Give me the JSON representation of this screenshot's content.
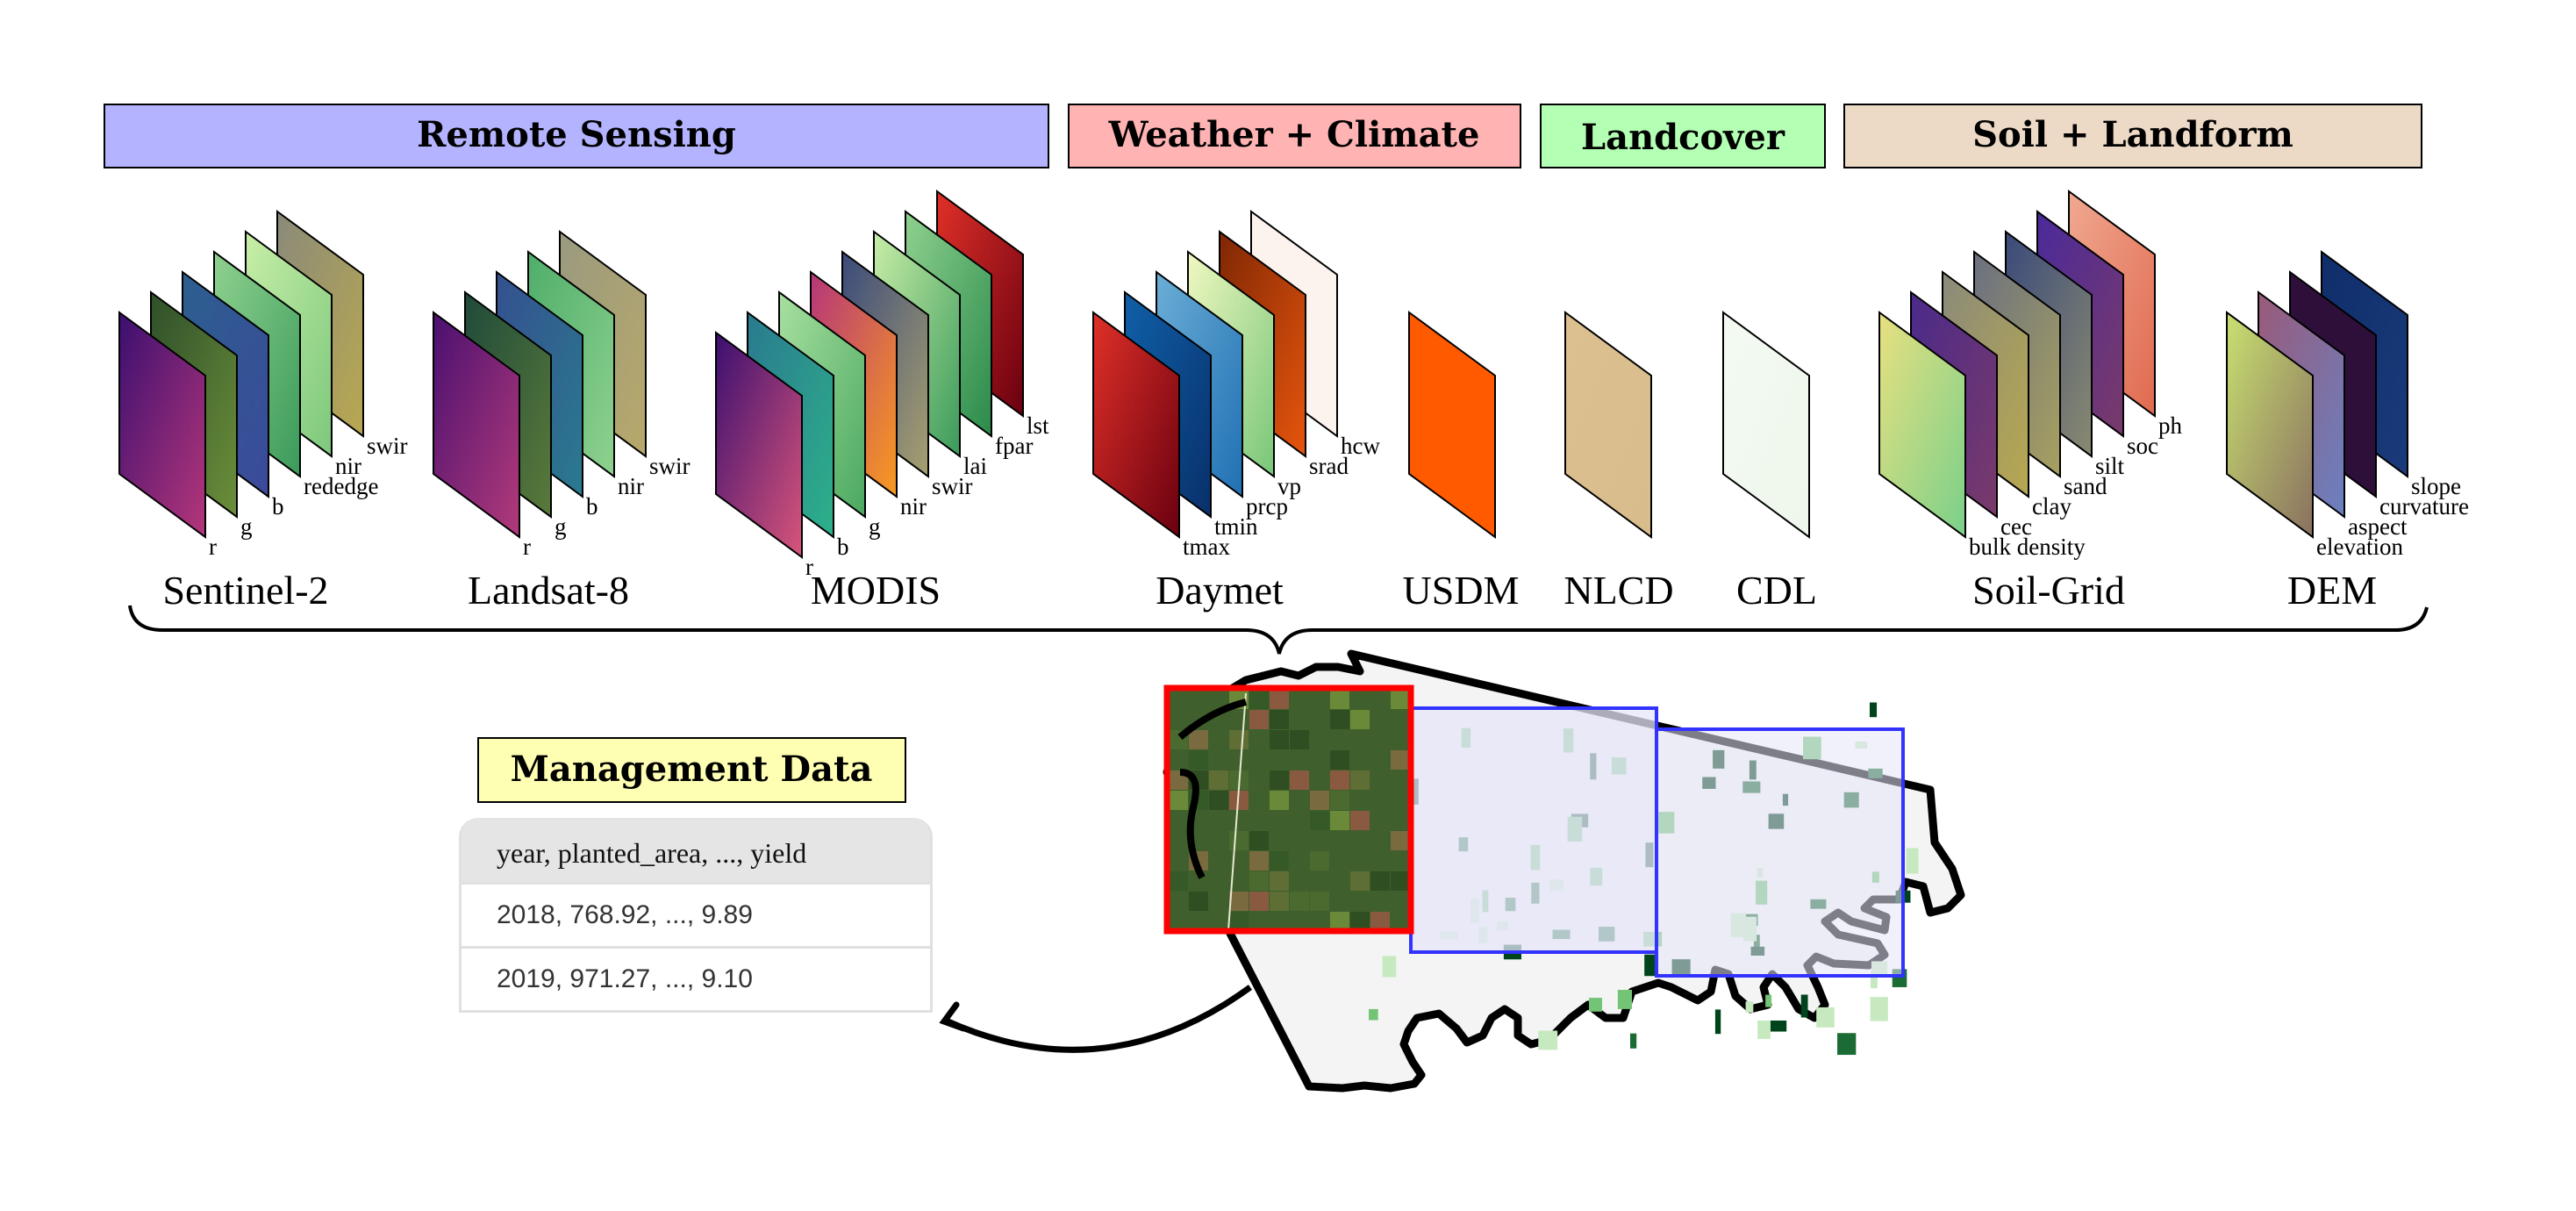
{
  "categories": [
    {
      "label": "Remote Sensing",
      "color": "#b3b3ff"
    },
    {
      "label": "Weather + Climate",
      "color": "#ffb3b3"
    },
    {
      "label": "Landcover",
      "color": "#b3ffb3"
    },
    {
      "label": "Soil + Landform",
      "color": "#ecd9c6"
    }
  ],
  "datasets": [
    {
      "name": "Sentinel-2",
      "layers": [
        {
          "label": "r",
          "colors": [
            "#3b0f70",
            "#b5367a"
          ]
        },
        {
          "label": "g",
          "colors": [
            "#2f4f2a",
            "#6b8f3a"
          ]
        },
        {
          "label": "b",
          "colors": [
            "#2c5f8f",
            "#3b4a9a"
          ]
        },
        {
          "label": "rededge",
          "colors": [
            "#8fd18f",
            "#3a9a5a"
          ]
        },
        {
          "label": "nir",
          "colors": [
            "#c8eea8",
            "#7cc87c"
          ]
        },
        {
          "label": "swir",
          "colors": [
            "#8a8a7a",
            "#b9a850"
          ]
        }
      ]
    },
    {
      "name": "Landsat-8",
      "layers": [
        {
          "label": "r",
          "colors": [
            "#4a1070",
            "#b23a7a"
          ]
        },
        {
          "label": "g",
          "colors": [
            "#1f4a3a",
            "#5a7a3a"
          ]
        },
        {
          "label": "b",
          "colors": [
            "#35508f",
            "#2a7a8f"
          ]
        },
        {
          "label": "nir",
          "colors": [
            "#4fae6a",
            "#8fd18f"
          ]
        },
        {
          "label": "swir",
          "colors": [
            "#9a9a80",
            "#b8a86a"
          ]
        }
      ]
    },
    {
      "name": "MODIS",
      "layers": [
        {
          "label": "r",
          "colors": [
            "#3b0f70",
            "#d8557a"
          ]
        },
        {
          "label": "b",
          "colors": [
            "#2a7a8f",
            "#2db08a"
          ]
        },
        {
          "label": "g",
          "colors": [
            "#a8e0a0",
            "#4aa860"
          ]
        },
        {
          "label": "nir",
          "colors": [
            "#b5367a",
            "#f89a20"
          ]
        },
        {
          "label": "swir",
          "colors": [
            "#3a4a7a",
            "#a8a070"
          ]
        },
        {
          "label": "lai",
          "colors": [
            "#c8eea8",
            "#3a9a5a"
          ]
        },
        {
          "label": "fpar",
          "colors": [
            "#8fd18f",
            "#2a8a4a"
          ]
        },
        {
          "label": "lst",
          "colors": [
            "#e03028",
            "#6a0010"
          ]
        }
      ]
    },
    {
      "name": "Daymet",
      "layers": [
        {
          "label": "tmax",
          "colors": [
            "#e03028",
            "#6a0010"
          ]
        },
        {
          "label": "tmin",
          "colors": [
            "#1060a8",
            "#08306b"
          ]
        },
        {
          "label": "prcp",
          "colors": [
            "#6baed6",
            "#2070b4"
          ]
        },
        {
          "label": "vp",
          "colors": [
            "#f0f8c0",
            "#78c679"
          ]
        },
        {
          "label": "srad",
          "colors": [
            "#7f2704",
            "#e6550d"
          ]
        },
        {
          "label": "hcw",
          "colors": [
            "#fdf3ee",
            "#fdf3ee"
          ]
        }
      ]
    },
    {
      "name": "USDM",
      "layers": [
        {
          "label": "",
          "colors": [
            "#ff5a00",
            "#ff5a00"
          ]
        }
      ]
    },
    {
      "name": "NLCD",
      "layers": [
        {
          "label": "",
          "colors": [
            "#dcc090",
            "#d9bc8c"
          ]
        }
      ]
    },
    {
      "name": "CDL",
      "layers": [
        {
          "label": "",
          "colors": [
            "#f4faf2",
            "#eef7ec"
          ]
        }
      ]
    },
    {
      "name": "Soil-Grid",
      "layers": [
        {
          "label": "bulk density",
          "colors": [
            "#e8e080",
            "#7ad08a"
          ]
        },
        {
          "label": "cec",
          "colors": [
            "#4a2a8a",
            "#7a3a6a"
          ]
        },
        {
          "label": "clay",
          "colors": [
            "#8a8a7a",
            "#b8a850"
          ]
        },
        {
          "label": "sand",
          "colors": [
            "#6a7080",
            "#a8a060"
          ]
        },
        {
          "label": "silt",
          "colors": [
            "#3a4a7a",
            "#8a8a70"
          ]
        },
        {
          "label": "soc",
          "colors": [
            "#4a2a9a",
            "#7a3a6a"
          ]
        },
        {
          "label": "ph",
          "colors": [
            "#f0a890",
            "#e06a50"
          ]
        }
      ]
    },
    {
      "name": "DEM",
      "layers": [
        {
          "label": "elevation",
          "colors": [
            "#c8e070",
            "#8a7060"
          ]
        },
        {
          "label": "aspect",
          "colors": [
            "#9a5a7a",
            "#6a80c0"
          ]
        },
        {
          "label": "curvature",
          "colors": [
            "#2e0f3a",
            "#2e0f3a"
          ]
        },
        {
          "label": "slope",
          "colors": [
            "#0f2e6a",
            "#1a3a7a"
          ]
        }
      ]
    }
  ],
  "management": {
    "title": "Management Data",
    "title_color": "#ffffb3",
    "header": "year, planted_area, ..., yield",
    "rows": [
      "2018, 768.92, ..., 9.89",
      "2019, 971.27, ..., 9.10"
    ]
  },
  "map": {
    "highlight_color": "#ff0000",
    "tile_color": "#3333ff"
  }
}
